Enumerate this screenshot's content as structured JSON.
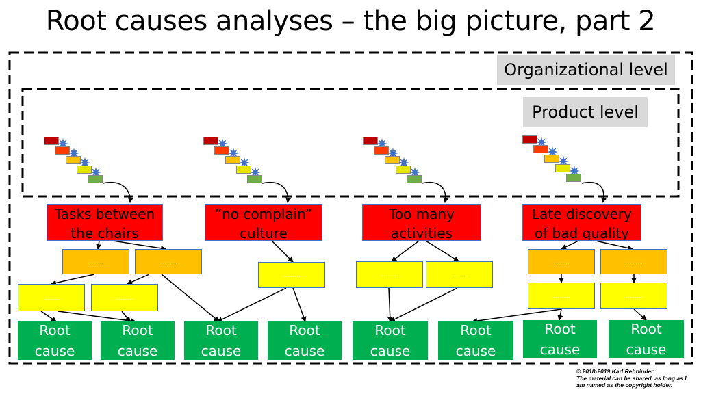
{
  "title": "Root causes analyses – the big picture, part 2",
  "levels": {
    "organizational": "Organizational level",
    "product": "Product level"
  },
  "problems": [
    {
      "line1": "Tasks between",
      "line2": "the chairs"
    },
    {
      "line1": "”no complain”",
      "line2": "culture"
    },
    {
      "line1": "Too many",
      "line2": "activities"
    },
    {
      "line1": "Late discovery",
      "line2": "of bad quality"
    }
  ],
  "placeholder": "……..",
  "root_cause": {
    "line1": "Root",
    "line2": "cause"
  },
  "colors": {
    "red": "#ff0000",
    "orange": "#ffc000",
    "yellow": "#ffff00",
    "green": "#00b050",
    "level_box": "#d9d9d9",
    "burst": "#4472c4"
  },
  "copyright": {
    "line1": "© 2018-2019 Karl Rehbinder",
    "line2": "The material can be shared, as long as I",
    "line3": "am named as the copyright holder."
  }
}
